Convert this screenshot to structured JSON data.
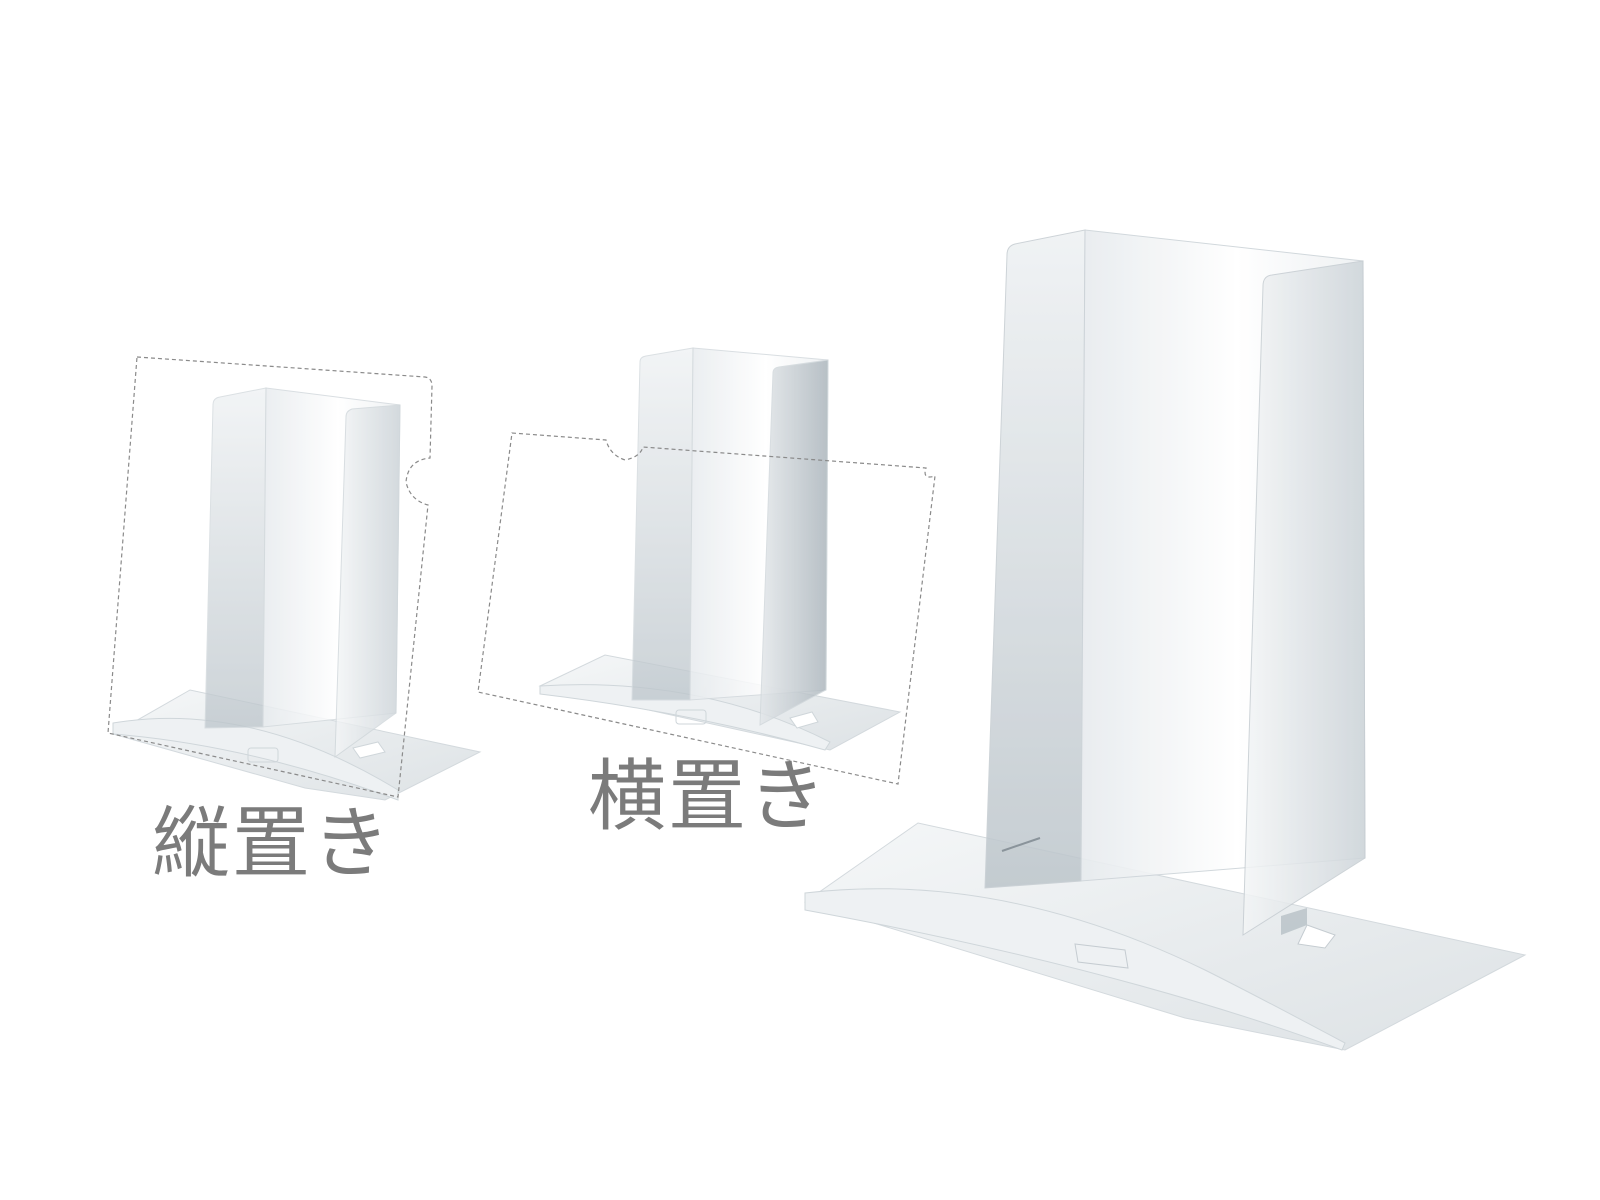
{
  "illustration": {
    "subject": "clear acrylic stand",
    "variants": [
      {
        "id": "portrait",
        "label": "縦置き"
      },
      {
        "id": "landscape",
        "label": "横置き"
      },
      {
        "id": "assembled",
        "label": ""
      }
    ]
  },
  "colors": {
    "background": "#ffffff",
    "label_text": "#7b7b7b",
    "panel_light": "#f6f8f9",
    "panel_mid": "#dfe4e7",
    "panel_dark": "#b7c0c6",
    "outline": "#c5ccd1",
    "dashed_guide": "#8a8a8a"
  }
}
